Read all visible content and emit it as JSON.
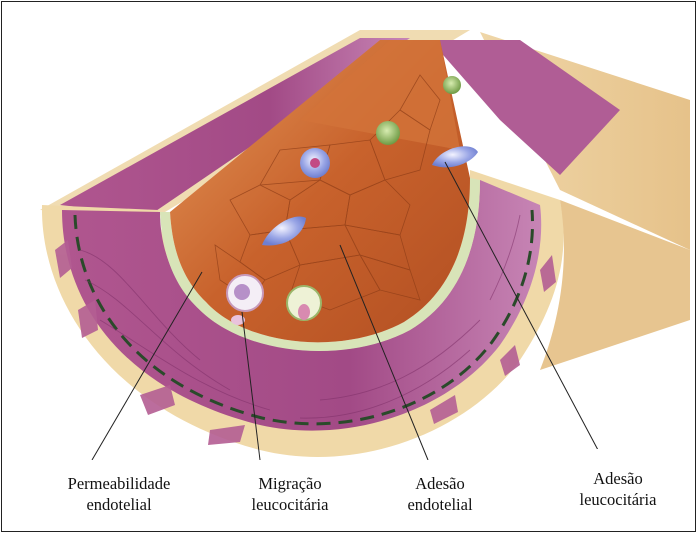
{
  "labels": {
    "permeabilidade": {
      "line1": "Permeabilidade",
      "line2": "endotelial"
    },
    "migracao": {
      "line1": "Migração",
      "line2": "leucocitária"
    },
    "adesao_endotelial": {
      "line1": "Adesão",
      "line2": "endotelial"
    },
    "adesao_leucocitaria": {
      "line1": "Adesão",
      "line2": "leucocitária"
    }
  },
  "colors": {
    "lumen": "#c8622c",
    "lumen_light": "#e38e4e",
    "muscle": "#a24a86",
    "muscle_light": "#c16aa3",
    "adventitia": "#efd8a4",
    "outer_skin": "#eed3a6",
    "elastic_band": "#d8e4b8",
    "dash": "#2a4a2a",
    "wbc_blue": "#7f8fd8",
    "wbc_green": "#8ab45a",
    "leader_line": "#222222"
  }
}
